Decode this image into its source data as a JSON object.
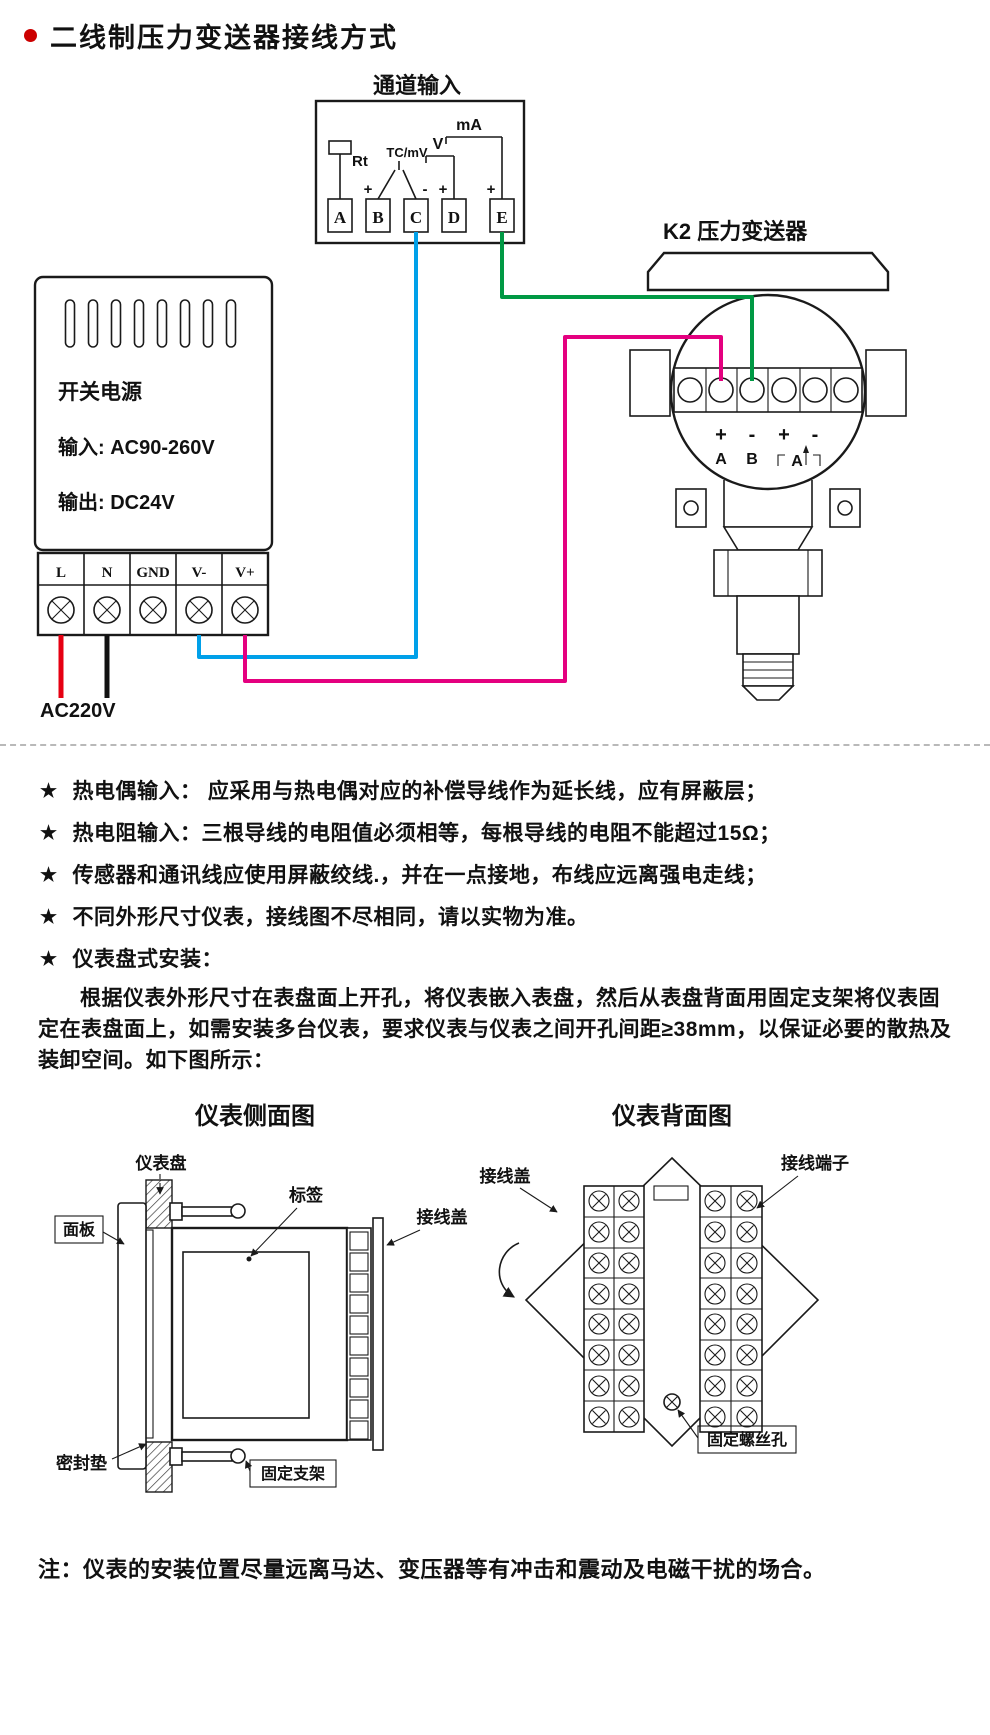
{
  "page": {
    "title": "二线制压力变送器接线方式",
    "accent_color": "#cc0000",
    "footer_note": "注：仪表的安装位置尽量远离马达、变压器等有冲击和震动及电磁干扰的场合。"
  },
  "wiring": {
    "channel_input_label": "通道输入",
    "channel_terminals": [
      "A",
      "B",
      "C",
      "D",
      "E"
    ],
    "rt_label": "Rt",
    "tc_label": "TC/mV",
    "v_label": "V",
    "ma_label": "mA",
    "marks": {
      "b": "+",
      "c": "-",
      "d": "+",
      "e": "+"
    },
    "psu": {
      "title": "开关电源",
      "input": "输入: AC90-260V",
      "output": "输出: DC24V",
      "terminals": [
        "L",
        "N",
        "GND",
        "V-",
        "V+"
      ]
    },
    "ac_label": "AC220V",
    "transmitter_label": "K2 压力变送器",
    "transmitter": {
      "signs": [
        "+",
        "-",
        "+",
        "-"
      ],
      "letters": [
        "A",
        "B"
      ],
      "bracket_letter": "A"
    },
    "colors": {
      "red": "#e60012",
      "black": "#111111",
      "blue": "#00a0e9",
      "magenta": "#e4007f",
      "green": "#009944"
    }
  },
  "notes": {
    "star": "★",
    "items": [
      "热电偶输入： 应采用与热电偶对应的补偿导线作为延长线，应有屏蔽层；",
      "热电阻输入：三根导线的电阻值必须相等，每根导线的电阻不能超过15Ω；",
      "传感器和通讯线应使用屏蔽绞线.，并在一点接地，布线应远离强电走线；",
      "不同外形尺寸仪表，接线图不尽相同，请以实物为准。",
      "仪表盘式安装："
    ],
    "paragraph": "根据仪表外形尺寸在表盘面上开孔，将仪表嵌入表盘，然后从表盘背面用固定支架将仪表固定在表盘面上，如需安装多台仪表，要求仪表与仪表之间开孔间距≥38mm，以保证必要的散热及装卸空间。如下图所示："
  },
  "side_view": {
    "title": "仪表侧面图",
    "labels": {
      "panel_board": "仪表盘",
      "tag": "标签",
      "wiring_cover": "接线盖",
      "front_panel": "面板",
      "gasket": "密封垫",
      "bracket": "固定支架"
    }
  },
  "back_view": {
    "title": "仪表背面图",
    "labels": {
      "wiring_cover": "接线盖",
      "terminal_block": "接线端子",
      "screw_hole": "固定螺丝孔"
    }
  }
}
